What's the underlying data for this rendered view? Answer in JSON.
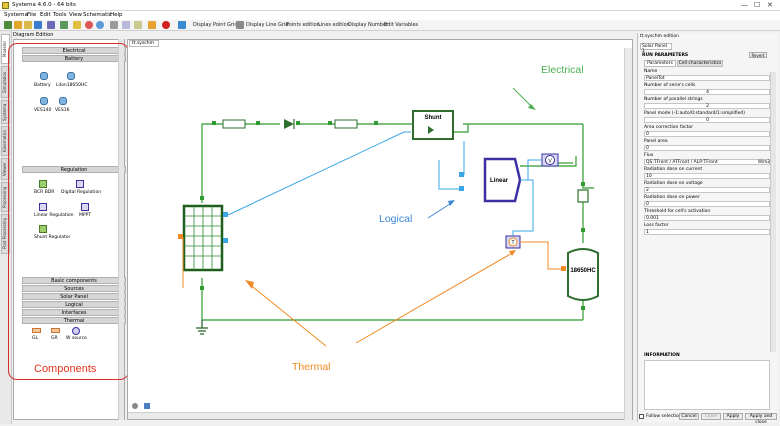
{
  "window": {
    "title": "Systema 4.6.0 - 64 bits",
    "minimize": "—",
    "maximize": "☐",
    "close": "✕"
  },
  "menu": [
    "Systema",
    "File",
    "Edit",
    "Tools",
    "View",
    "Schematic",
    "Help"
  ],
  "toolbar": {
    "buttons": [
      "Display Point Grid",
      "Display Line Grid",
      "Points edition",
      "Lines edition",
      "Display Number",
      "Edit Variables"
    ]
  },
  "side_tabs": [
    "Modeler",
    "Simulation",
    "Systema",
    "Kinematics",
    "Viewer",
    "Processing",
    "Post Processing"
  ],
  "diagram_edition": "Diagram Edition",
  "palette": {
    "electrical": "Electrical",
    "battery": "Battery",
    "battery_items": [
      "Battery",
      "LiIon18650HC",
      "VES140",
      "VES16"
    ],
    "regulation": "Regulation",
    "regulation_items": [
      "BCR BDR",
      "Digital Regulation",
      "Linear Regulation",
      "MPPT",
      "Shunt Regulator"
    ],
    "categories": [
      "Basic components",
      "Sources",
      "Solar Panel",
      "Logical",
      "Interfaces",
      "Thermal"
    ],
    "thermal_items": [
      "GL",
      "GR",
      "W source"
    ]
  },
  "annotations": {
    "components": "Components",
    "electrical": "Electrical",
    "logical": "Logical",
    "thermal": "Thermal"
  },
  "canvas": {
    "tab": "tt.syschm",
    "blocks": {
      "shunt": "Shunt",
      "linear": "Linear",
      "battery": "18650HC",
      "temp": "T",
      "volt": "V"
    }
  },
  "right": {
    "title": "tt.syschm edition",
    "tab": "Solar Panel 1",
    "section": "RUN PARAMETERS",
    "revert": "Revert",
    "subtabs": [
      "Parameters",
      "Cell characteristics"
    ],
    "fields": [
      {
        "label": "Name",
        "value": "PanelTot"
      },
      {
        "label": "Number of serie's cells",
        "value": "4"
      },
      {
        "label": "Number of parallel strings",
        "value": "2"
      },
      {
        "label": "Panel mode (-1:auto/0:standard/1:simplified)",
        "value": "0"
      },
      {
        "label": "Area correction factor",
        "value": "0"
      },
      {
        "label": "Panel area",
        "value": "0"
      },
      {
        "label": "Flux",
        "value": "QS:TFront / ATFront / ALP:TFront",
        "unit": "W/m2"
      },
      {
        "label": "Radiation dose on current",
        "value": "10"
      },
      {
        "label": "Radiation dose on voltage",
        "value": "2"
      },
      {
        "label": "Radiation dose on power",
        "value": "0"
      },
      {
        "label": "Threshold for cell's activation",
        "value": "0.001"
      },
      {
        "label": "Loss factor",
        "value": "1"
      }
    ],
    "information": "INFORMATION",
    "follow_selection": "Follow selection",
    "buttons": [
      "Cancel",
      "Close",
      "Apply",
      "Apply and close"
    ]
  },
  "colors": {
    "electrical": "#2e9b2e",
    "logical": "#3aa6e8",
    "thermal": "#f08a24",
    "annotation_red": "#e2331c",
    "block_green": "#2f6e2f",
    "linear_blue": "#3b2fa3"
  }
}
